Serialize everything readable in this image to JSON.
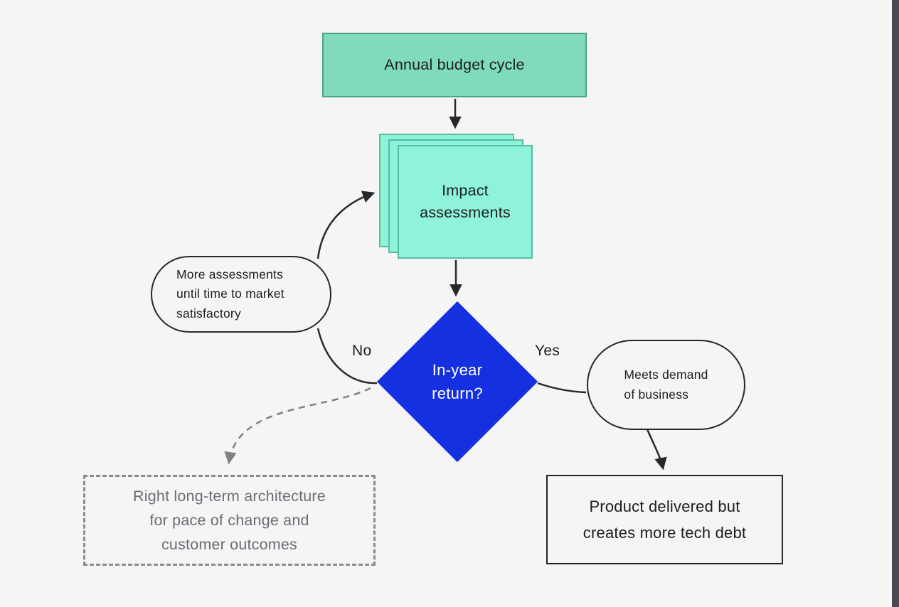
{
  "diagram": {
    "title_hint": "Annual budget cycle flowchart",
    "colors": {
      "background": "#F5F5F6",
      "process_fill": "#80DBBD",
      "process_border": "#4CA285",
      "document_fill": "#8FF3D9",
      "document_border": "#56BFA0",
      "decision_fill": "#1430E0",
      "decision_text": "#FFFFFF",
      "connector": "#26282B",
      "dashed_connector": "#7F8184",
      "dashed_box_border": "#8A8C90",
      "dashed_box_text": "#696D74",
      "right_edge_bar": "#474B51"
    },
    "nodes": {
      "annual_budget": {
        "label": "Annual budget cycle",
        "shape": "rectangle"
      },
      "impact_assessments": {
        "label": "Impact\nassessments",
        "shape": "stacked-documents",
        "copies": 3
      },
      "in_year_return": {
        "label": "In-year\nreturn?",
        "shape": "diamond"
      },
      "more_assessments": {
        "label": "More assessments\nuntil time to market\nsatisfactory",
        "shape": "stadium"
      },
      "meets_demand": {
        "label": "Meets demand\nof business",
        "shape": "stadium"
      },
      "product_tech_debt": {
        "label": "Product delivered but\ncreates more tech debt",
        "shape": "rectangle"
      },
      "right_architecture": {
        "label": "Right long-term architecture\nfor pace of change and\ncustomer outcomes",
        "shape": "dashed-rectangle"
      }
    },
    "edge_labels": {
      "no": "No",
      "yes": "Yes"
    }
  }
}
